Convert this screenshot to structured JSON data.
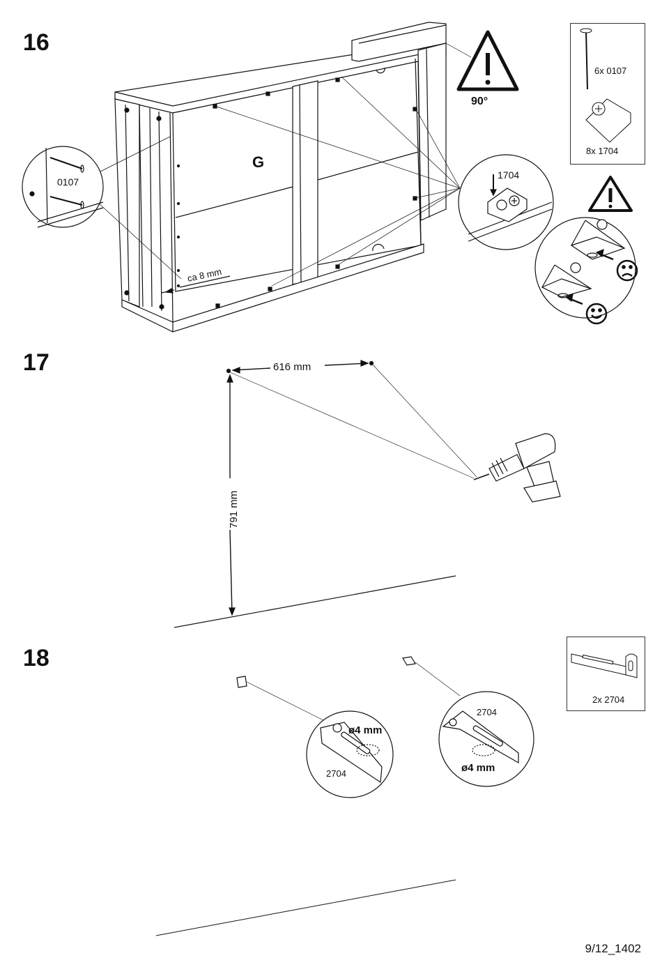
{
  "steps": {
    "s16": "16",
    "s17": "17",
    "s18": "18"
  },
  "step16": {
    "panel_label": "G",
    "angle_label": "90°",
    "gap_label": "ca 8 mm",
    "nail_callout_code": "0107",
    "connector_callout_code": "1704",
    "parts_box": {
      "nail_qty": "6x 0107",
      "connector_qty": "8x 1704"
    }
  },
  "step17": {
    "width_label": "616 mm",
    "height_label": "791 mm"
  },
  "step18": {
    "left_bracket_code": "2704",
    "left_drill_label": "ø4 mm",
    "right_bracket_code": "2704",
    "right_drill_label": "ø4 mm",
    "parts_box": {
      "bracket_qty": "2x 2704"
    }
  },
  "footer": {
    "page_code": "9/12_1402"
  },
  "icons": [
    "warning-triangle-icon",
    "sad-face-icon",
    "happy-face-icon",
    "drill-icon",
    "nail-icon",
    "screw-icon"
  ],
  "colors": {
    "line": "#111111",
    "background": "#ffffff"
  }
}
